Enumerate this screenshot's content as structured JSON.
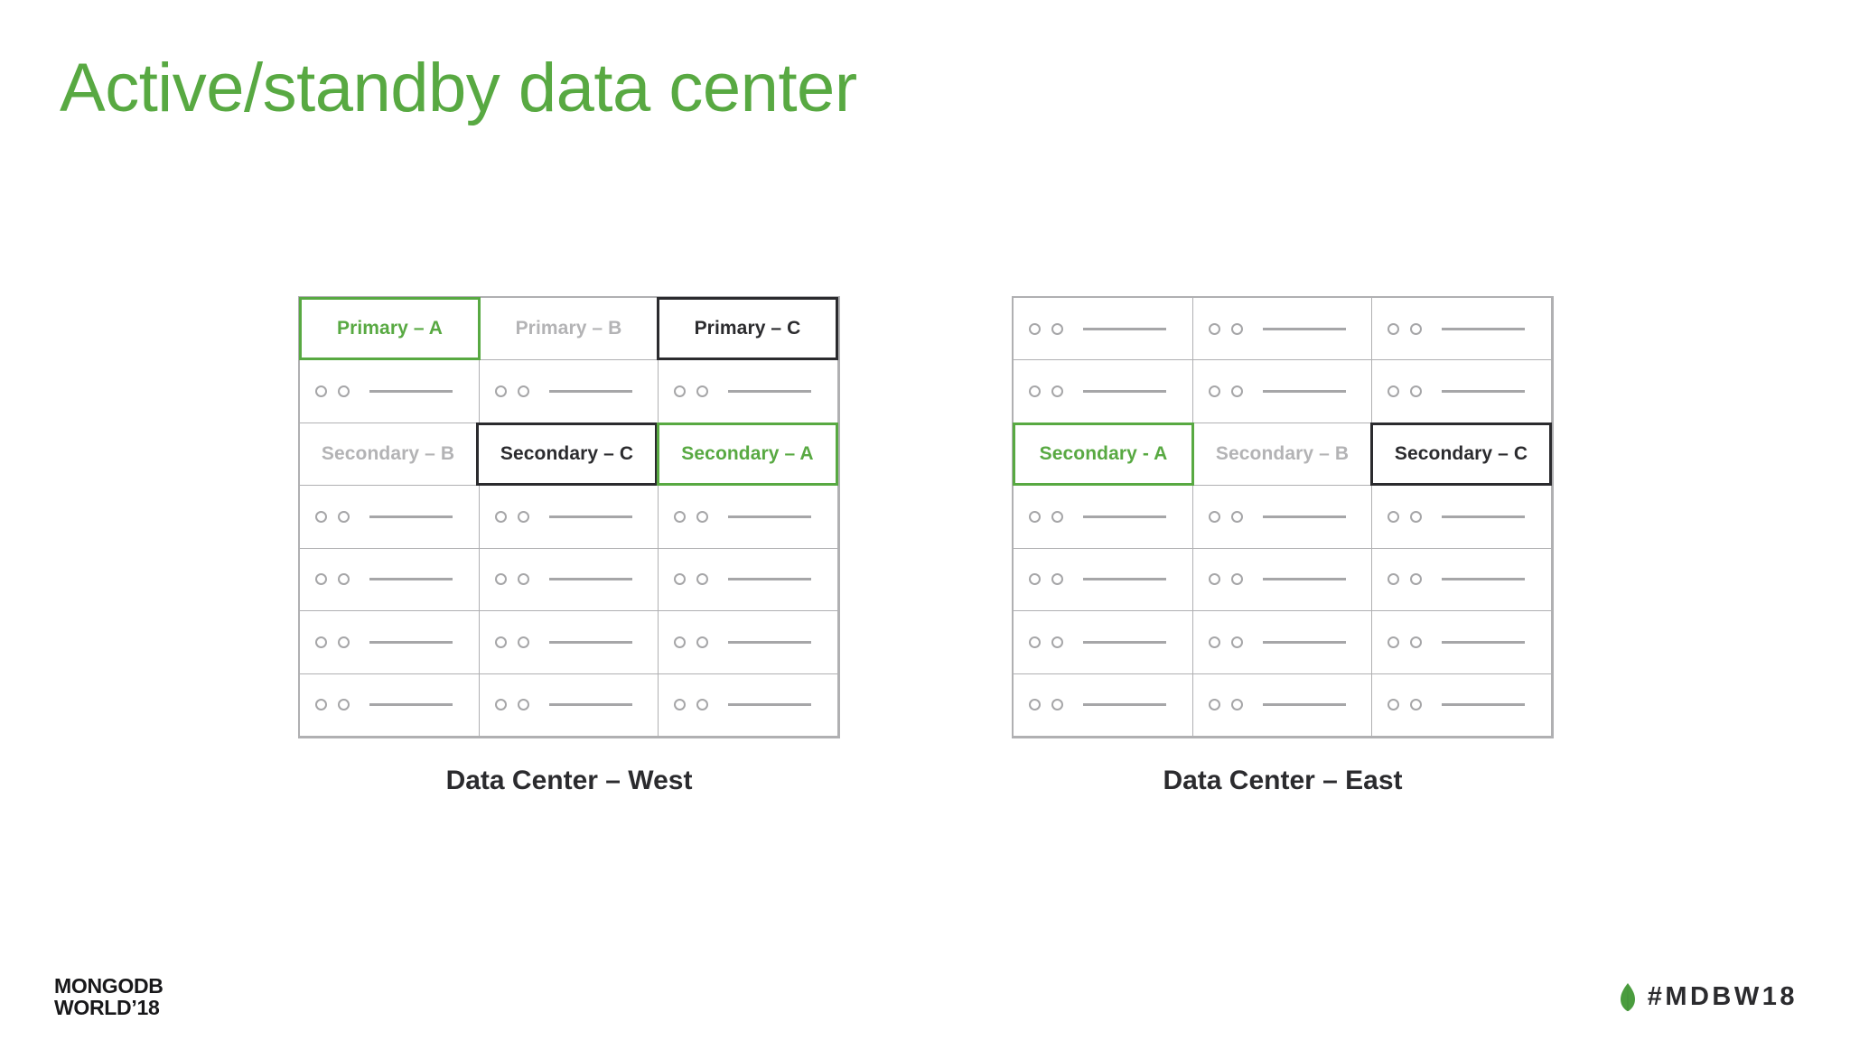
{
  "slide": {
    "title": "Active/standby data center",
    "background": "#ffffff"
  },
  "colors": {
    "accent_green": "#58a942",
    "dark": "#2b2b2e",
    "muted_gray": "#b3b3b5",
    "rack_border": "#b0b0b2"
  },
  "racks": [
    {
      "id": "west",
      "caption": "Data Center – West",
      "columns": 3,
      "rows": 7,
      "cells": [
        [
          {
            "type": "label",
            "text": "Primary – A",
            "state": "green"
          },
          {
            "type": "label",
            "text": "Primary – B",
            "state": "muted"
          },
          {
            "type": "label",
            "text": "Primary – C",
            "state": "dark"
          }
        ],
        [
          {
            "type": "server",
            "text": "",
            "state": "blank"
          },
          {
            "type": "server",
            "text": "",
            "state": "blank"
          },
          {
            "type": "server",
            "text": "",
            "state": "blank"
          }
        ],
        [
          {
            "type": "label",
            "text": "Secondary – B",
            "state": "muted"
          },
          {
            "type": "label",
            "text": "Secondary – C",
            "state": "dark"
          },
          {
            "type": "label",
            "text": "Secondary – A",
            "state": "green"
          }
        ],
        [
          {
            "type": "server",
            "text": "",
            "state": "blank"
          },
          {
            "type": "server",
            "text": "",
            "state": "blank"
          },
          {
            "type": "server",
            "text": "",
            "state": "blank"
          }
        ],
        [
          {
            "type": "server",
            "text": "",
            "state": "blank"
          },
          {
            "type": "server",
            "text": "",
            "state": "blank"
          },
          {
            "type": "server",
            "text": "",
            "state": "blank"
          }
        ],
        [
          {
            "type": "server",
            "text": "",
            "state": "blank"
          },
          {
            "type": "server",
            "text": "",
            "state": "blank"
          },
          {
            "type": "server",
            "text": "",
            "state": "blank"
          }
        ],
        [
          {
            "type": "server",
            "text": "",
            "state": "blank"
          },
          {
            "type": "server",
            "text": "",
            "state": "blank"
          },
          {
            "type": "server",
            "text": "",
            "state": "blank"
          }
        ]
      ]
    },
    {
      "id": "east",
      "caption": "Data Center – East",
      "columns": 3,
      "rows": 7,
      "cells": [
        [
          {
            "type": "server",
            "text": "",
            "state": "blank"
          },
          {
            "type": "server",
            "text": "",
            "state": "blank"
          },
          {
            "type": "server",
            "text": "",
            "state": "blank"
          }
        ],
        [
          {
            "type": "server",
            "text": "",
            "state": "blank"
          },
          {
            "type": "server",
            "text": "",
            "state": "blank"
          },
          {
            "type": "server",
            "text": "",
            "state": "blank"
          }
        ],
        [
          {
            "type": "label",
            "text": "Secondary - A",
            "state": "green"
          },
          {
            "type": "label",
            "text": "Secondary – B",
            "state": "muted"
          },
          {
            "type": "label",
            "text": "Secondary – C",
            "state": "dark"
          }
        ],
        [
          {
            "type": "server",
            "text": "",
            "state": "blank"
          },
          {
            "type": "server",
            "text": "",
            "state": "blank"
          },
          {
            "type": "server",
            "text": "",
            "state": "blank"
          }
        ],
        [
          {
            "type": "server",
            "text": "",
            "state": "blank"
          },
          {
            "type": "server",
            "text": "",
            "state": "blank"
          },
          {
            "type": "server",
            "text": "",
            "state": "blank"
          }
        ],
        [
          {
            "type": "server",
            "text": "",
            "state": "blank"
          },
          {
            "type": "server",
            "text": "",
            "state": "blank"
          },
          {
            "type": "server",
            "text": "",
            "state": "blank"
          }
        ],
        [
          {
            "type": "server",
            "text": "",
            "state": "blank"
          },
          {
            "type": "server",
            "text": "",
            "state": "blank"
          },
          {
            "type": "server",
            "text": "",
            "state": "blank"
          }
        ]
      ]
    }
  ],
  "footer": {
    "brand_line1": "MONGODB",
    "brand_line2": "WORLD’18",
    "hashtag": "#MDBW18",
    "leaf_icon": "mongodb-leaf-icon",
    "leaf_color": "#4a9c3e"
  }
}
